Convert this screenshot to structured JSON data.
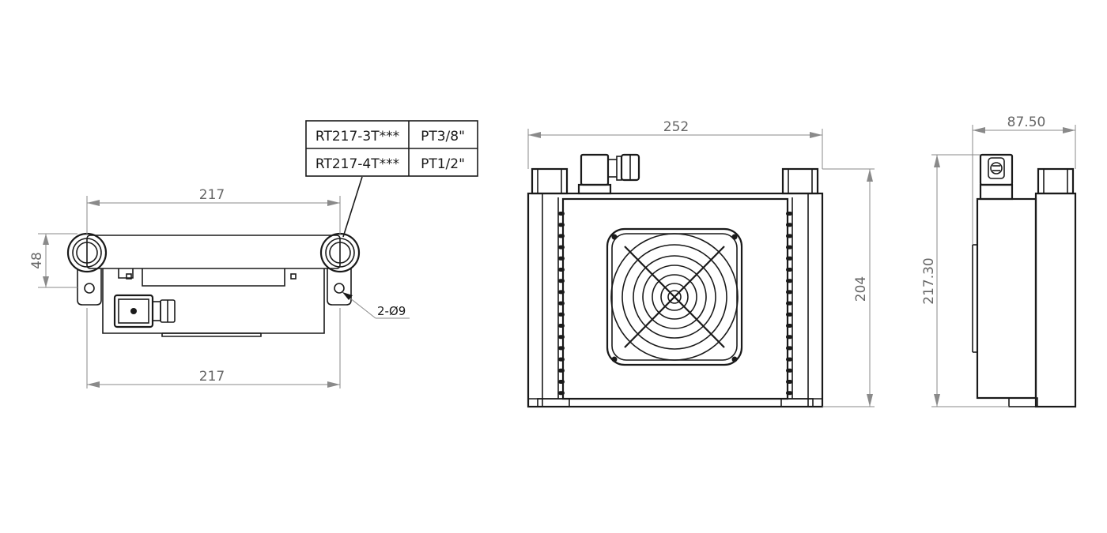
{
  "top_view": {
    "dim_top": "217",
    "dim_bottom": "217",
    "dim_height": "48",
    "hole_note": "2-Ø9"
  },
  "port_table": {
    "rows": [
      {
        "model": "RT217-3T***",
        "thread": "PT3/8\""
      },
      {
        "model": "RT217-4T***",
        "thread": "PT1/2\""
      }
    ]
  },
  "front_view": {
    "dim_width": "252",
    "dim_height": "204"
  },
  "side_view": {
    "dim_width": "87.50",
    "dim_height": "217.30"
  },
  "colors": {
    "line": "#1a1a1a",
    "dimension": "#8a8a8a",
    "dimension_text": "#666666"
  }
}
